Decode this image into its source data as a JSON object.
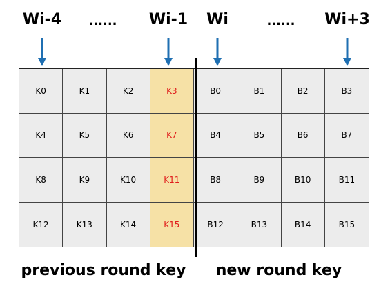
{
  "headers": {
    "w_minus_4": "Wi-4",
    "dots_left": "......",
    "w_minus_1": "Wi-1",
    "w_i": "Wi",
    "dots_right": "......",
    "w_plus_3": "Wi+3"
  },
  "grid": {
    "rows": [
      [
        "K0",
        "K1",
        "K2",
        "K3",
        "B0",
        "B1",
        "B2",
        "B3"
      ],
      [
        "K4",
        "K5",
        "K6",
        "K7",
        "B4",
        "B5",
        "B6",
        "B7"
      ],
      [
        "K8",
        "K9",
        "K10",
        "K11",
        "B8",
        "B9",
        "B10",
        "B11"
      ],
      [
        "K12",
        "K13",
        "K14",
        "K15",
        "B12",
        "B13",
        "B14",
        "B15"
      ]
    ],
    "highlight_column_index": 3,
    "colors": {
      "cell_bg": "#ececec",
      "highlight_bg": "#f6e1a6",
      "highlight_text": "#e01b1b",
      "arrow": "#1f6fb2"
    }
  },
  "captions": {
    "previous": "previous round key",
    "new": "new round key"
  }
}
